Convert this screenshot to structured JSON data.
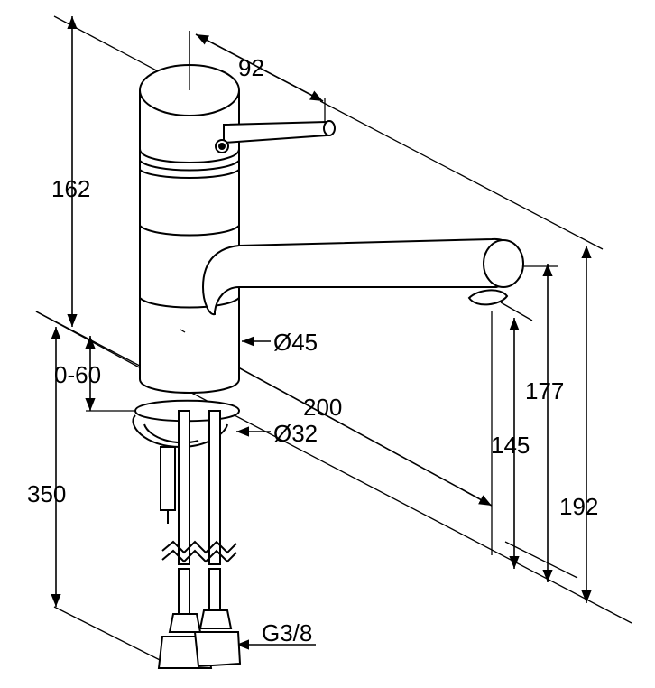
{
  "drawing": {
    "subject": "single-lever kitchen faucet",
    "line_color": "#000000",
    "background": "#ffffff"
  },
  "dimensions": {
    "lever_reach": "92",
    "body_height": "162",
    "spout_reach": "200",
    "clamping_range": "0-60",
    "body_diameter": "Ø45",
    "hole_diameter": "Ø32",
    "hose_length": "350",
    "spout_outlet_height": "145",
    "spout_top_height": "177",
    "total_height": "192",
    "connection_thread": "G3/8"
  }
}
